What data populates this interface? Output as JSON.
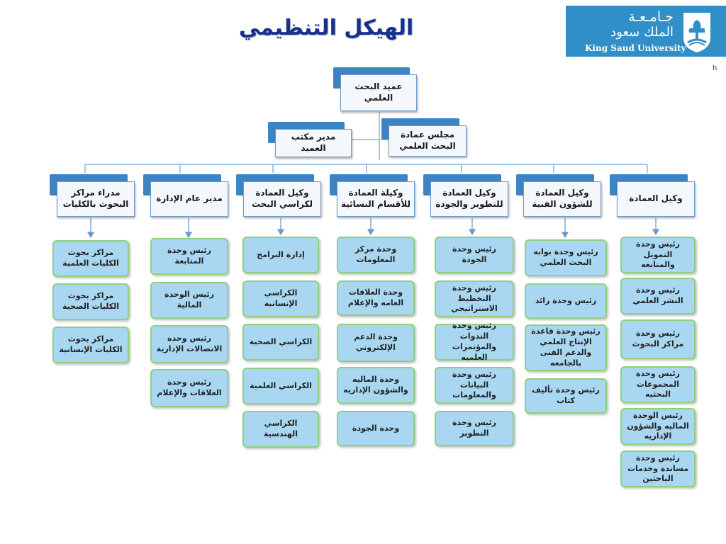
{
  "title": "الهيكل التنظيمي",
  "logo": {
    "arabic_line1": "جـامـعـة",
    "arabic_line2": "الملك سعود",
    "english": "King Saud University",
    "icon": "ksu-emblem-icon"
  },
  "corner_mark": "h",
  "dean": "عميد البحث العلمي",
  "office_manager": "مدير مكتب العميد",
  "council": "مجلس عمادة البحث العلمي",
  "colors": {
    "tab_blue": "#3d84c4",
    "sub_fill": "#a9d7f2",
    "sub_border": "#8fd07f",
    "title": "#17308a"
  },
  "columns": [
    {
      "head": "وكيل العمادة",
      "items": [
        "رئيس وحدة التمويل والمتابعه",
        "رئيس وحدة النشر العلمي",
        "رئيس وحدة مراكز البحوث",
        "رئيس وحدة المجموعات البحثيه",
        "رئيس الوحدة الماليه والشؤون الإداريه",
        "رئيس وحدة مساندة وخدمات الباحثين"
      ]
    },
    {
      "head": "وكيل العمادة للشؤون الفنية",
      "items": [
        "رئيس وحدة بوابه البحث العلمي",
        "رئيس وحدة رائد",
        "رئيس وحدة قاعدة الإنتاج العلمي والدعم الفنى بالجامعه",
        "رئيس وحدة تأليف كتاب"
      ]
    },
    {
      "head": "وكيل العمادة للتطوير والجودة",
      "items": [
        "رئيس وحدة الجودة",
        "رئيس وحدة التخطيط الاستراتيجي",
        "رئيس وحدة الندوات والمؤتمرات العلميه",
        "رئيس وحدة البيانات والمعلومات",
        "رئيس وحدة التطوير"
      ]
    },
    {
      "head": "وكيلة العمادة للأقسام النسائية",
      "items": [
        "وحدة مركز المعلومات",
        "وحدة العلاقات العامه والإعلام",
        "وحدة الدعم الإلكتروني",
        "وحدة الماليه والشؤون الإداريه",
        "وحدة الجودة"
      ]
    },
    {
      "head": "وكيل العمادة لكراسي البحث",
      "items": [
        "إدارة البرامج",
        "الكراسي الإنسانية",
        "الكراسي الصحية",
        "الكراسي العلمية",
        "الكراسي الهندسية"
      ]
    },
    {
      "head": "مدير عام الإدارة",
      "items": [
        "رئيس وحدة المتابعة",
        "رئيس الوحدة المالية",
        "رئيس وحدة الاتصالات الإدارية",
        "رئيس وحدة العلاقات والإعلام"
      ]
    },
    {
      "head": "مدراء مراكز البحوث بالكليات",
      "items": [
        "مراكز بحوث الكليات العلمية",
        "مراكز بحوث الكليات الصحية",
        "مراكز بحوث الكليات الإنسانية"
      ]
    }
  ]
}
